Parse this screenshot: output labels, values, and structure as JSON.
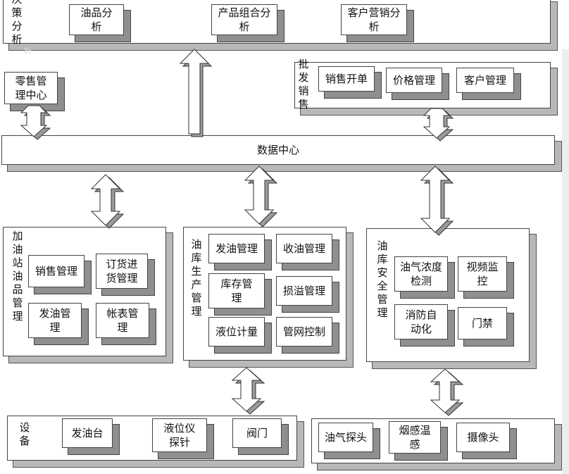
{
  "decision": {
    "label": "决策分析",
    "overflow": "析",
    "items": [
      "油品分析",
      "产品组合分析",
      "客户营销分析"
    ]
  },
  "retail": {
    "label": "零售管理中心"
  },
  "wholesale": {
    "label": "批发销售",
    "overflow": "售",
    "items": [
      "销售开单",
      "价格管理",
      "客户管理"
    ]
  },
  "datacenter": {
    "label": "数据中心"
  },
  "station": {
    "label": "加油站油品管理",
    "items": [
      "销售管理",
      "订货进货管理",
      "发油管理",
      "帐表管理"
    ]
  },
  "depot_production": {
    "label": "油库生产管理",
    "items": [
      "发油管理",
      "收油管理",
      "库存管理",
      "损溢管理",
      "液位计量",
      "管网控制"
    ]
  },
  "depot_safety": {
    "label": "油库安全管理",
    "items": [
      "油气浓度检测",
      "视频监控",
      "消防自动化",
      "门禁"
    ]
  },
  "equipment": {
    "label": "设备",
    "items": [
      "发油台",
      "液位仪探针",
      "阀门"
    ]
  },
  "sensors": {
    "items": [
      "油气探头",
      "烟感温感",
      "摄像头"
    ]
  },
  "colors": {
    "shadow": "#8f8f8f",
    "border": "#444444",
    "arrow_fill": "#ffffff"
  }
}
